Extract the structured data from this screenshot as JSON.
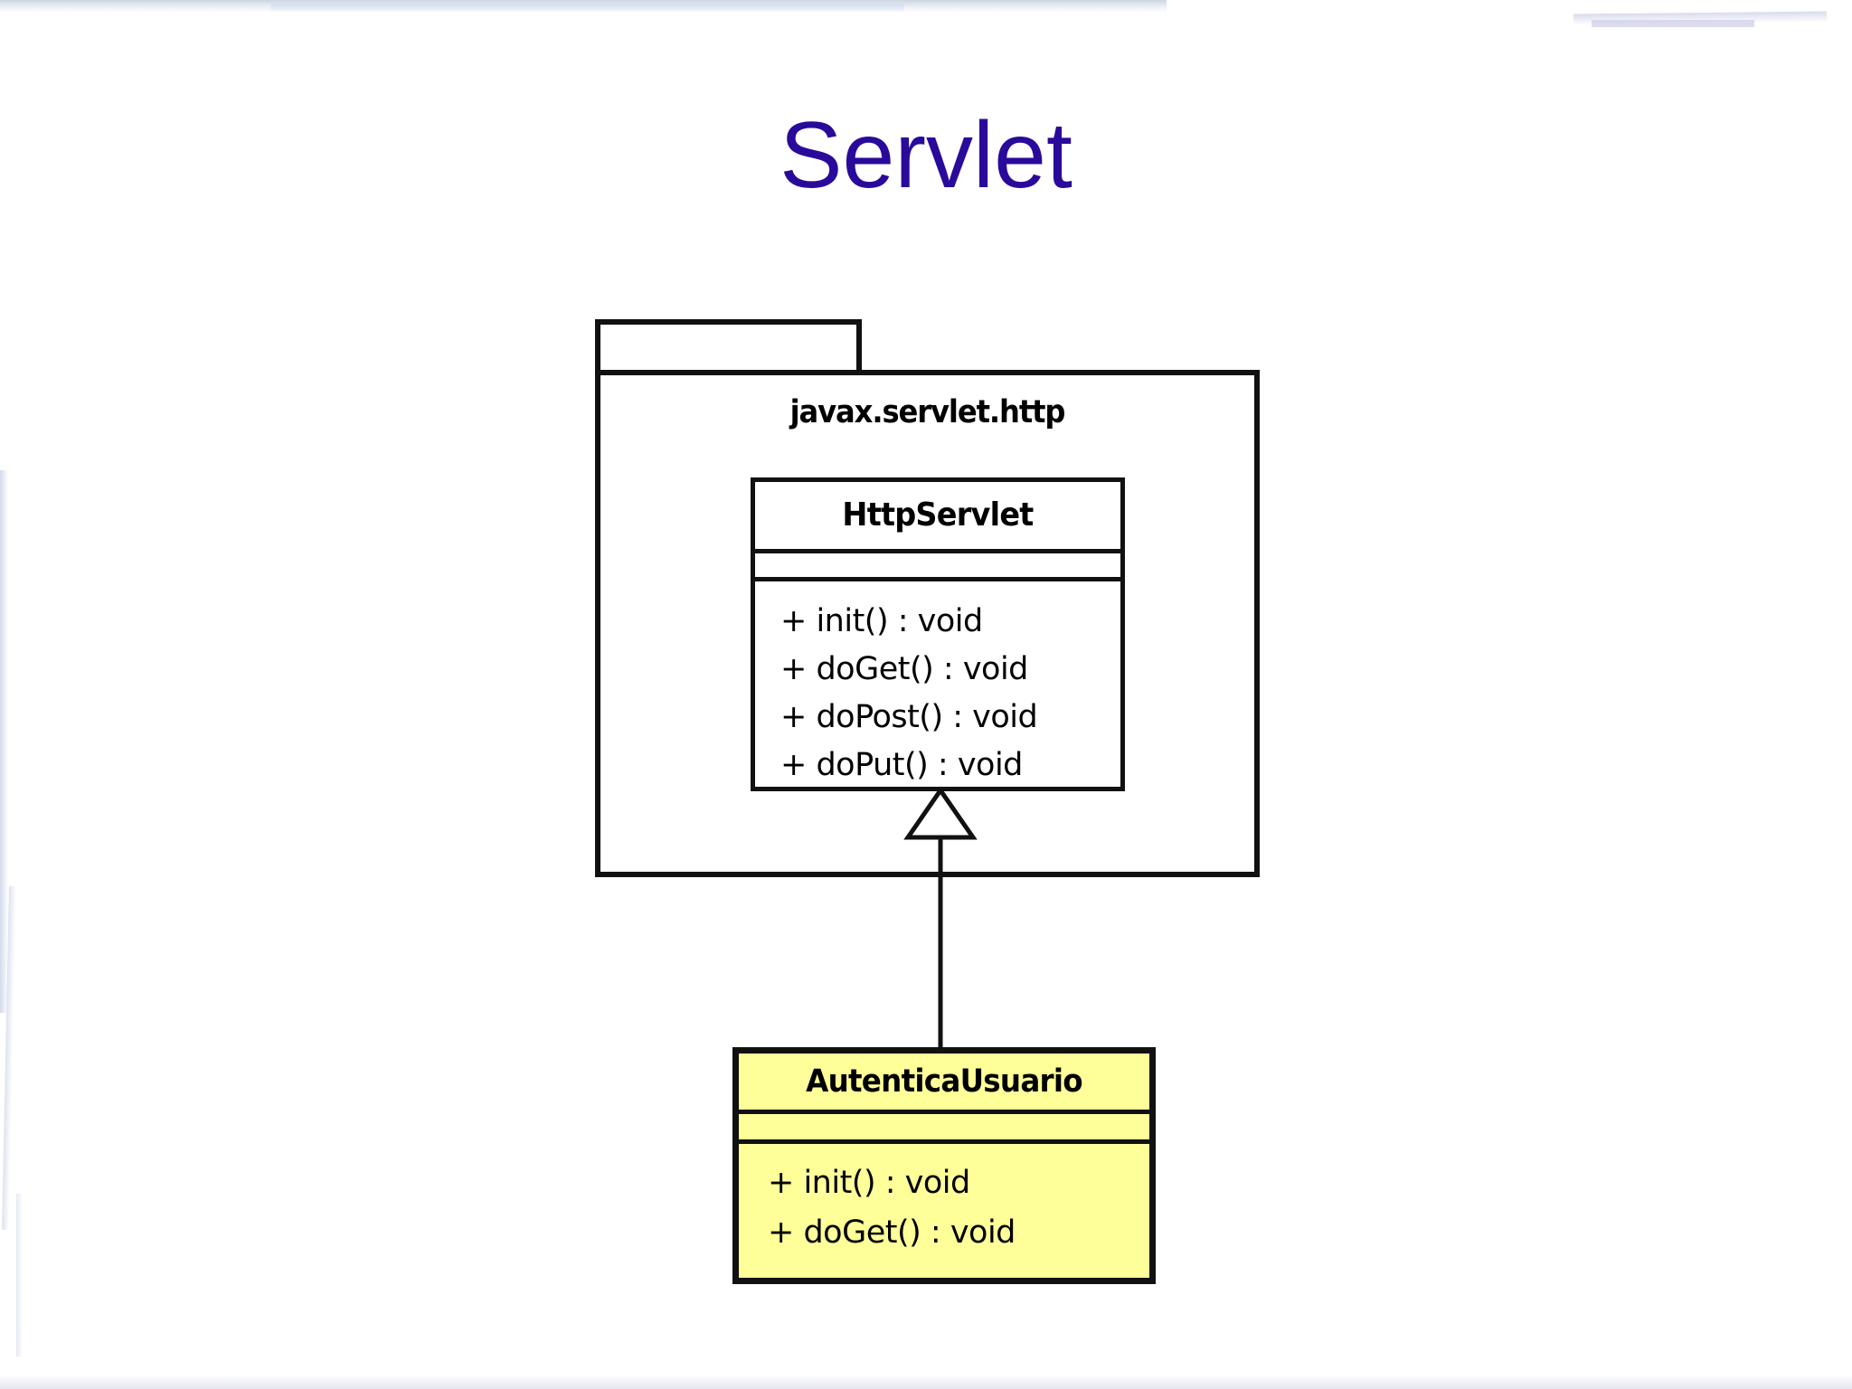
{
  "slide": {
    "title": "Servlet",
    "title_color": "#2a0a9a",
    "background_color": "#ffffff"
  },
  "diagram": {
    "type": "uml-class-diagram",
    "package": {
      "name": "javax.servlet.http",
      "classes": [
        {
          "name": "HttpServlet",
          "fill_color": "#ffffff",
          "attributes": [],
          "operations": [
            "+ init() : void",
            "+ doGet() : void",
            "+ doPost() : void",
            "+ doPut() : void"
          ]
        }
      ]
    },
    "classes": [
      {
        "name": "AutenticaUsuario",
        "fill_color": "#ffff99",
        "attributes": [],
        "operations": [
          "+ init() : void",
          "+ doGet() : void"
        ]
      }
    ],
    "relationships": [
      {
        "kind": "generalization",
        "from": "AutenticaUsuario",
        "to": "HttpServlet",
        "arrow": "hollow-triangle"
      }
    ]
  }
}
